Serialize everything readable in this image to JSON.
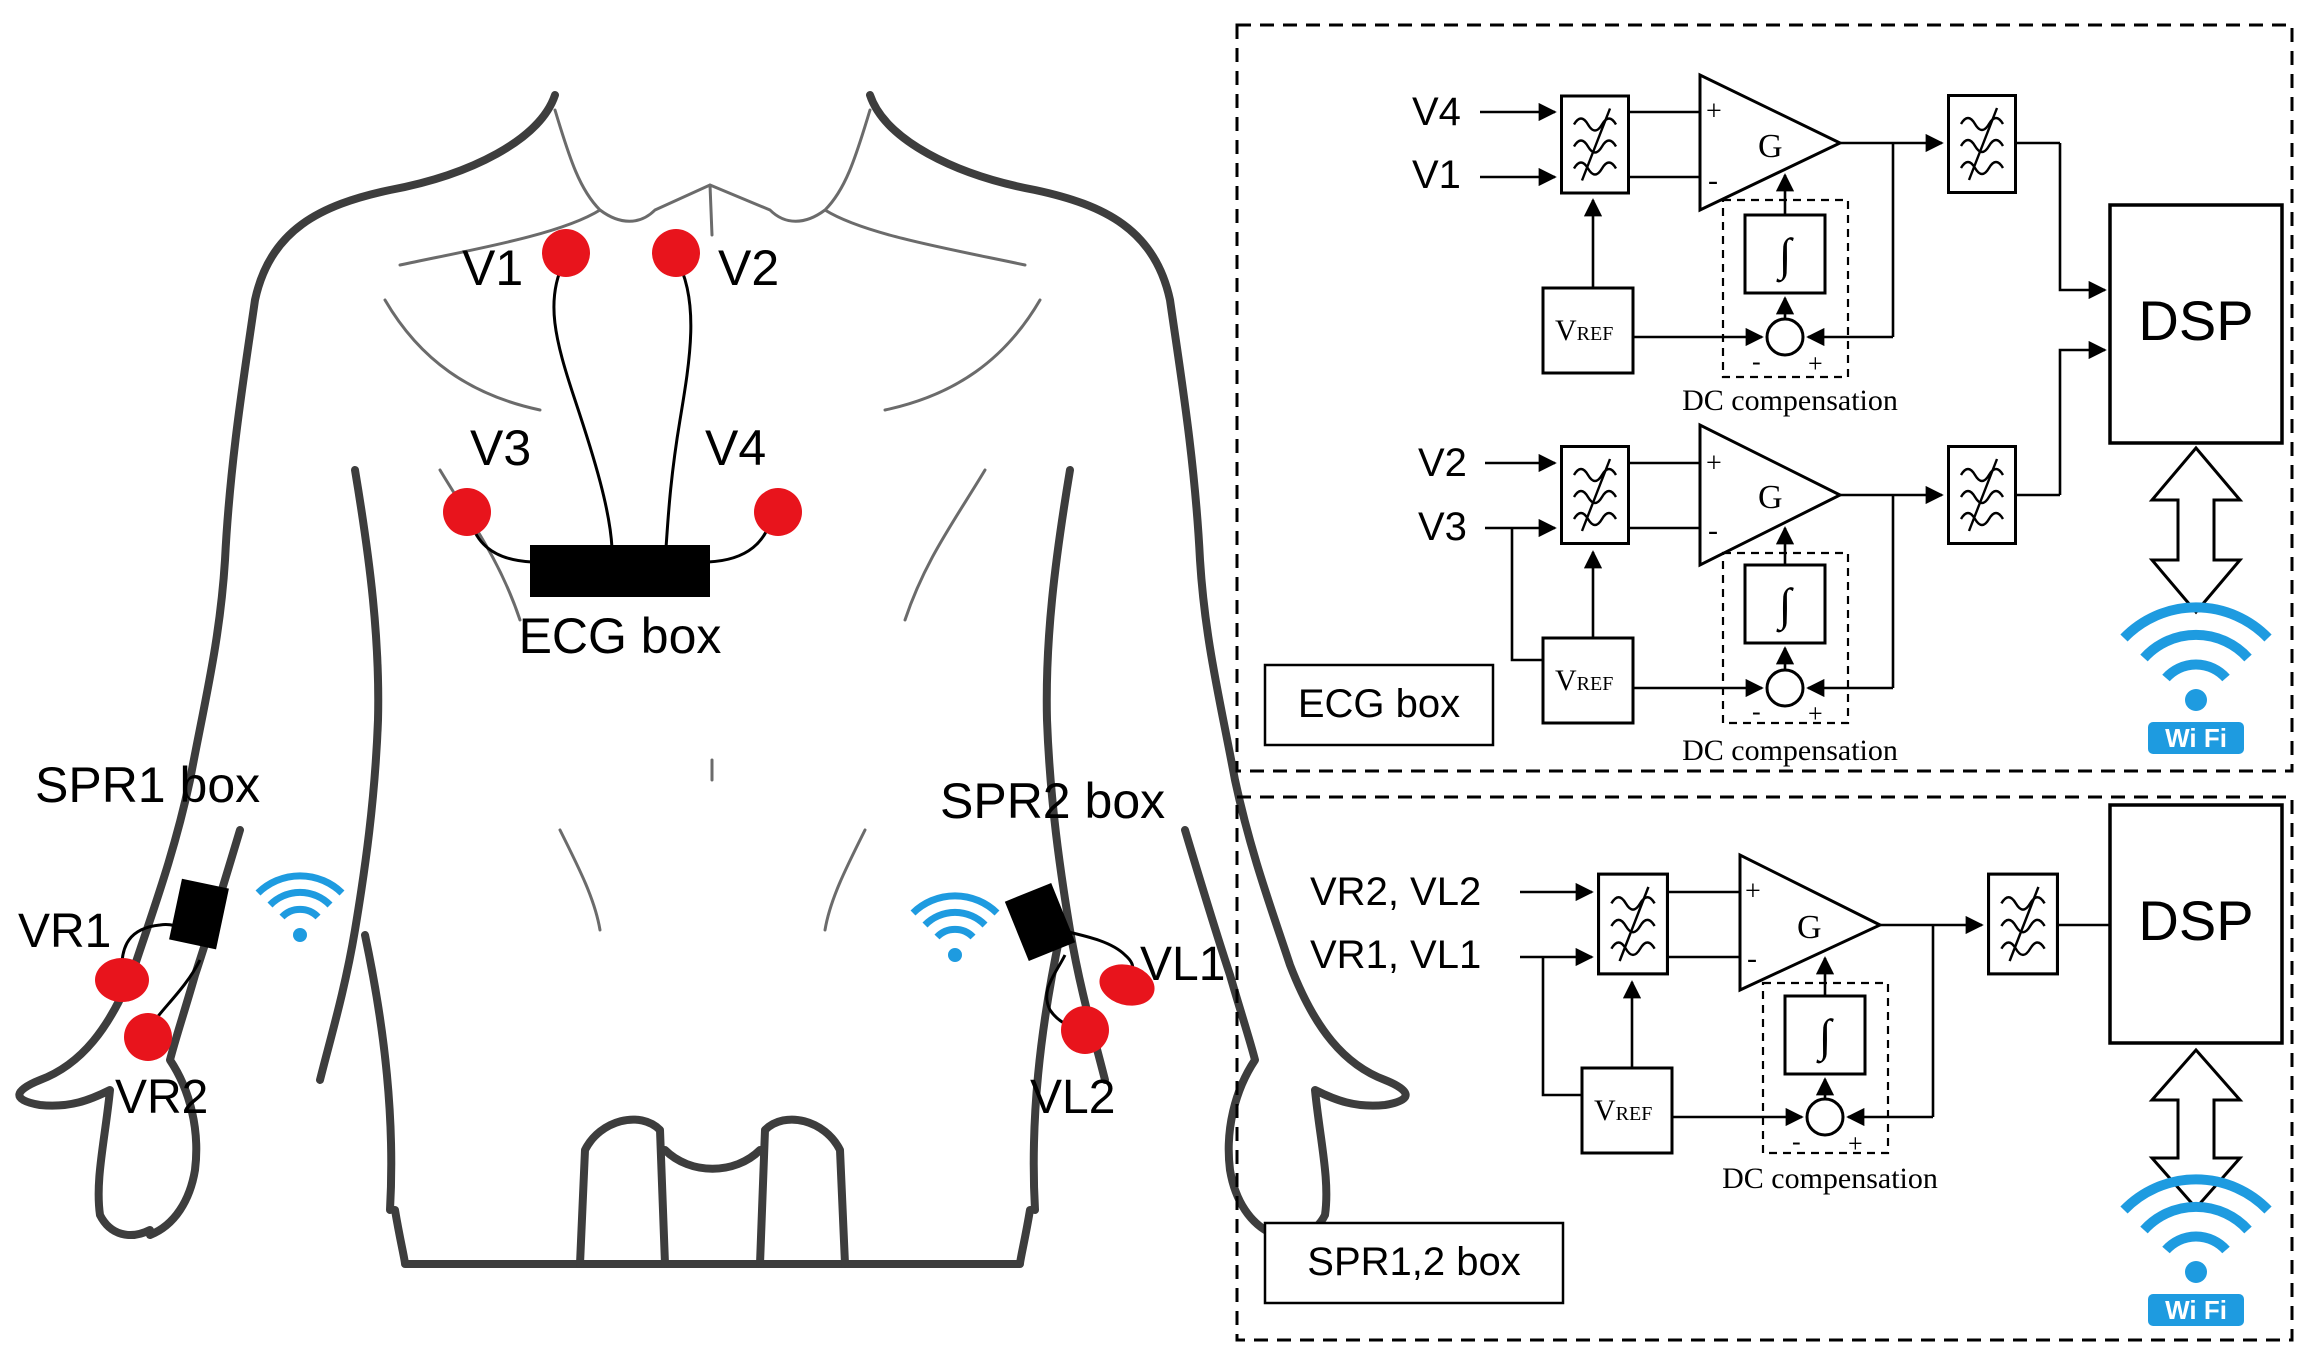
{
  "electrodes": {
    "V1": "V1",
    "V2": "V2",
    "V3": "V3",
    "V4": "V4",
    "VR1": "VR1",
    "VR2": "VR2",
    "VL1": "VL1",
    "VL2": "VL2"
  },
  "boxes": {
    "ecg": "ECG box",
    "spr1": "SPR1 box",
    "spr2": "SPR2 box"
  },
  "ecg_panel": {
    "title": "ECG box",
    "ch1_in_top": "V4",
    "ch1_in_bottom": "V1",
    "ch2_in_top": "V2",
    "ch2_in_bottom": "V3",
    "gain": "G",
    "vref_main": "V",
    "vref_sub": "REF",
    "dc_comp": "DC compensation",
    "integrator": "∫",
    "plus": "+",
    "minus": "-",
    "dsp": "DSP",
    "wifi": "Wi Fi"
  },
  "spr_panel": {
    "title": "SPR1,2 box",
    "in_top": "VR2, VL2",
    "in_bottom": "VR1, VL1",
    "gain": "G",
    "vref_main": "V",
    "vref_sub": "REF",
    "dc_comp": "DC compensation",
    "integrator": "∫",
    "plus": "+",
    "minus": "-",
    "dsp": "DSP",
    "wifi": "Wi Fi"
  },
  "colors": {
    "electrode": "#e8141c",
    "wifi": "#1e9be0",
    "body_line": "#3d3d3d"
  }
}
